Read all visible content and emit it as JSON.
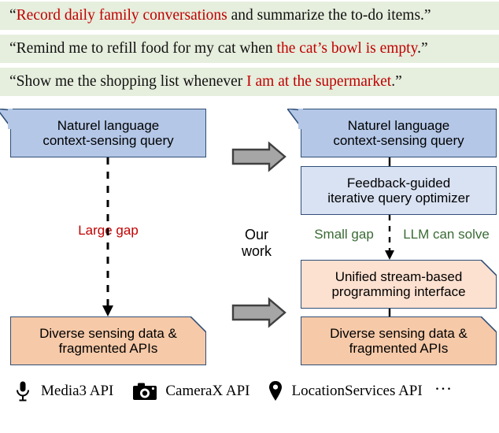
{
  "figure": {
    "quotes": [
      {
        "id": "quote-record",
        "parts": [
          {
            "text": "“",
            "highlight": false
          },
          {
            "text": "Record daily family conversations",
            "highlight": true
          },
          {
            "text": " and summarize the to-do items.”",
            "highlight": false
          }
        ]
      },
      {
        "id": "quote-refill",
        "parts": [
          {
            "text": "“Remind me to refill food for my cat when ",
            "highlight": false
          },
          {
            "text": "the cat’s bowl is empty",
            "highlight": true
          },
          {
            "text": ".”",
            "highlight": false
          }
        ]
      },
      {
        "id": "quote-shopping",
        "parts": [
          {
            "text": "“Show me the shopping list whenever ",
            "highlight": false
          },
          {
            "text": "I am at the supermarket",
            "highlight": true
          },
          {
            "text": ".”",
            "highlight": false
          }
        ]
      }
    ],
    "left_column": {
      "top_box": "Naturel language\ncontext-sensing query",
      "gap_label": "Large gap",
      "bottom_box": "Diverse sensing data &\nfragmented APIs"
    },
    "middle": {
      "our_work": "Our\nwork"
    },
    "right_column": {
      "box_1": "Naturel language\ncontext-sensing query",
      "box_2": "Feedback-guided\niterative query optimizer",
      "gap_label_left": "Small gap",
      "gap_label_right": "LLM can solve",
      "box_3": "Unified stream-based\nprogramming interface",
      "box_4": "Diverse sensing data &\nfragmented APIs"
    },
    "apis": [
      {
        "icon": "microphone-icon",
        "label": "Media3 API"
      },
      {
        "icon": "camera-icon",
        "label": "CameraX API"
      },
      {
        "icon": "location-pin-icon",
        "label": "LocationServices API"
      }
    ],
    "more_indicator": "∙∙∙",
    "colors": {
      "banner_bg": "#e6eedd",
      "highlight_red": "#c00000",
      "gap_green": "#3a6b35",
      "box_blue": "#b4c7e7",
      "box_light_blue": "#d9e2f3",
      "box_orange": "#f6c9a8",
      "box_peach": "#fce0d0",
      "box_border": "#2f4e77",
      "arrow_fill": "#a6a6a6",
      "arrow_stroke": "#404040"
    }
  }
}
